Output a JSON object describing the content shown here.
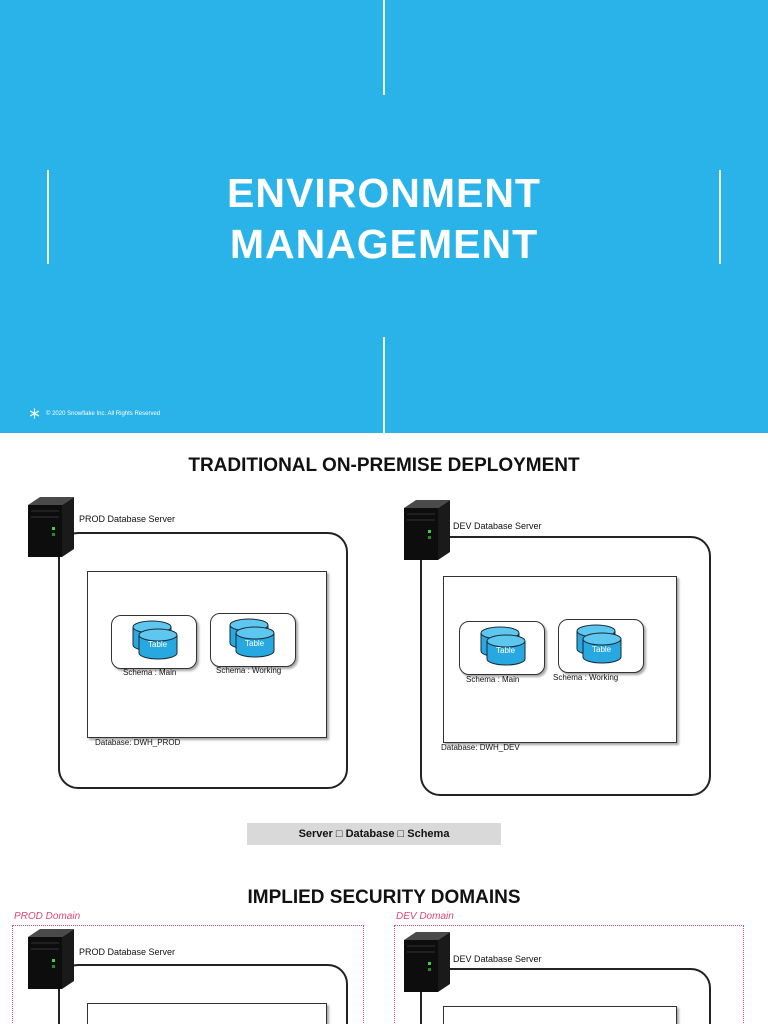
{
  "slide1": {
    "title_line1": "ENVIRONMENT",
    "title_line2": "MANAGEMENT",
    "copyright": "© 2020 Snowflake Inc. All Rights Reserved",
    "background_color": "#2ab3e8"
  },
  "slide2": {
    "title": "TRADITIONAL ON-PREMISE DEPLOYMENT",
    "prod": {
      "server_label": "PROD Database Server",
      "database_label": "Database: DWH_PROD",
      "schemas": [
        {
          "table_label": "Table",
          "schema_label": "Schema : Main"
        },
        {
          "table_label": "Table",
          "schema_label": "Schema : Working"
        }
      ]
    },
    "dev": {
      "server_label": "DEV Database Server",
      "database_label": "Database: DWH_DEV",
      "schemas": [
        {
          "table_label": "Table",
          "schema_label": "Schema : Main"
        },
        {
          "table_label": "Table",
          "schema_label": "Schema : Working"
        }
      ]
    },
    "legend": "Server □ Database □ Schema",
    "section2_title": "IMPLIED SECURITY DOMAINS",
    "prod_domain_label": "PROD Domain",
    "dev_domain_label": "DEV Domain",
    "prod_domain_server_label": "PROD Database Server",
    "dev_domain_server_label": "DEV Database Server",
    "accent_color": "#e0457b"
  }
}
